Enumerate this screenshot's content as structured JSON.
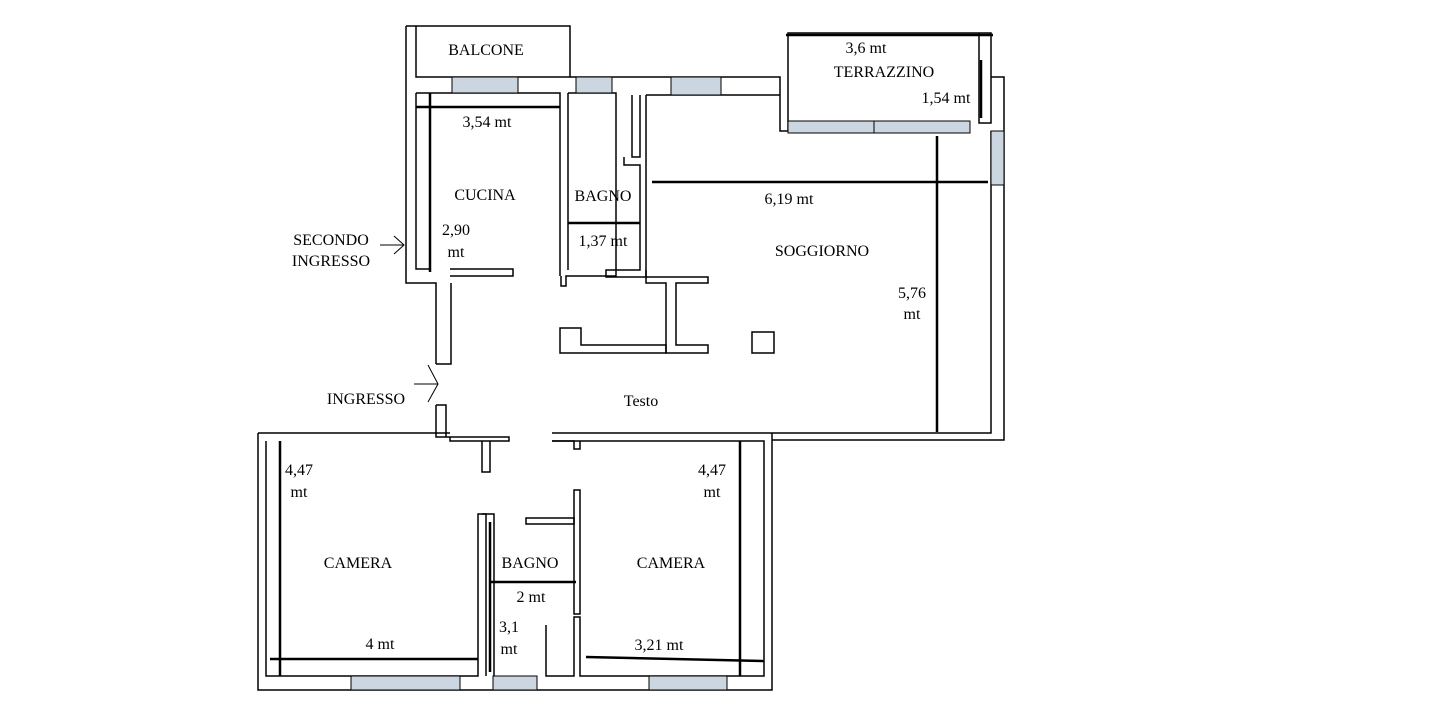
{
  "rooms": {
    "balcone": "BALCONE",
    "terrazzino": "TERRAZZINO",
    "cucina": "CUCINA",
    "bagno_top": "BAGNO",
    "soggiorno": "SOGGIORNO",
    "camera_left": "CAMERA",
    "bagno_bottom": "BAGNO",
    "camera_right": "CAMERA",
    "center_text": "Testo"
  },
  "entrances": {
    "secondo_line1": "SECONDO",
    "secondo_line2": "INGRESSO",
    "ingresso": "INGRESSO"
  },
  "dimensions": {
    "terrazzino_width": "3,6 mt",
    "terrazzino_depth": "1,54 mt",
    "cucina_width": "3,54 mt",
    "cucina_height_1": "2,90",
    "cucina_height_2": "mt",
    "bagno_top_width": "1,37 mt",
    "soggiorno_width": "6,19 mt",
    "soggiorno_height_1": "5,76",
    "soggiorno_height_2": "mt",
    "camera_left_height_1": "4,47",
    "camera_left_height_2": "mt",
    "camera_left_width": "4 mt",
    "camera_right_height_1": "4,47",
    "camera_right_height_2": "mt",
    "camera_right_width": "3,21 mt",
    "bagno_bottom_width": "2 mt",
    "bagno_bottom_height_1": "3,1",
    "bagno_bottom_height_2": "mt"
  },
  "colors": {
    "window_fill": "#ccd6e0",
    "wall": "#000000"
  }
}
